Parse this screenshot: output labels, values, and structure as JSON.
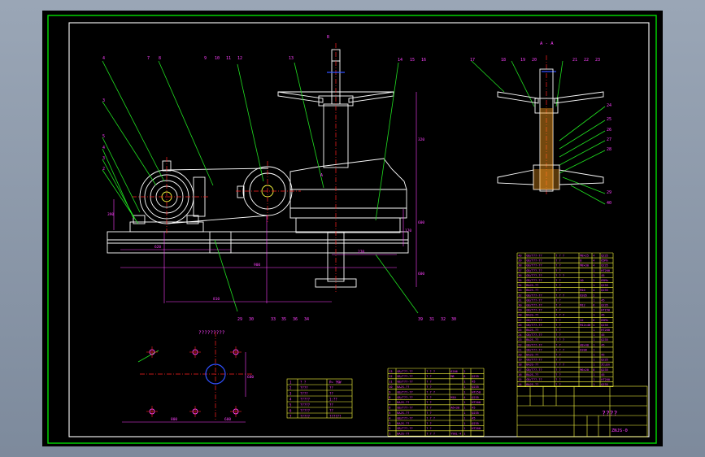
{
  "drawing": {
    "section_label": "A - A",
    "callouts_top_left": [
      "4",
      "7",
      "8",
      "9",
      "10",
      "11",
      "12",
      "13"
    ],
    "callouts_top_mid": [
      "14",
      "15",
      "16"
    ],
    "callouts_section_top": [
      "17",
      "18",
      "19",
      "20",
      "21",
      "22",
      "23"
    ],
    "callouts_left": [
      "5",
      "4",
      "3",
      "2"
    ],
    "callouts_bottom": [
      "29",
      "30",
      "33",
      "35",
      "36",
      "34",
      "39",
      "31",
      "32",
      "30"
    ],
    "callouts_section_right": [
      "24",
      "25",
      "26",
      "27",
      "28",
      "29",
      "40"
    ],
    "plan_title": "?????????",
    "shaft_mark": "B",
    "section_mark": "A"
  },
  "dims": {
    "left_h": "390",
    "base_w": "620",
    "total": "900",
    "mid": "810",
    "small": "270",
    "right_h": "600",
    "col_h": "320",
    "v2": "170",
    "v3": "600",
    "plan_w1": "800",
    "plan_w2": "600",
    "plan_h": "600"
  },
  "spec_table": {
    "rows": [
      [
        "1",
        "? ?",
        "P= ?KW"
      ],
      [
        "2",
        "????",
        "??"
      ],
      [
        "3",
        "????",
        "??"
      ],
      [
        "4",
        "?????",
        "1:??"
      ],
      [
        "5",
        "?????",
        "??"
      ],
      [
        "6",
        "?????",
        "??"
      ],
      [
        "7",
        "?????",
        "??????"
      ]
    ]
  },
  "bom_right": {
    "rows": [
      [
        "40",
        "GB/T??-??",
        "? ? ?",
        "M8×25",
        "4",
        "Q235"
      ],
      [
        "39",
        "GB/T??-??",
        "? ?",
        "8",
        "4",
        "65Mn"
      ],
      [
        "38",
        "GB/T??-??",
        "? ?",
        "M8×30",
        "4",
        "Q235"
      ],
      [
        "37",
        "GB/T??-??",
        "? ?",
        "",
        "1",
        "HT200"
      ],
      [
        "36",
        "GB/T??-??",
        "? ? ?",
        "",
        "1",
        "45"
      ],
      [
        "35",
        "GB/T??-??",
        "? ?",
        "10",
        "2",
        "65Mn"
      ],
      [
        "34",
        "BAJS-??",
        "? ?",
        "",
        "1",
        "Q235"
      ],
      [
        "33",
        "BAJS-??",
        "? ?",
        "M10",
        "4",
        "Q235"
      ],
      [
        "32",
        "GB/T??-??",
        "? ? ?",
        "6205",
        "2",
        ""
      ],
      [
        "31",
        "GB/T??-??",
        "? ?",
        "",
        "1",
        "45"
      ],
      [
        "30",
        "GB/T??-??",
        "? ?",
        "M12",
        "6",
        "Q235"
      ],
      [
        "29",
        "GB/T??-??",
        "? ?",
        "",
        "1",
        "HT150"
      ],
      [
        "28",
        "BAJS-??",
        "? ? ?",
        "",
        "1",
        "45"
      ],
      [
        "27",
        "GB/T??-??",
        "? ?",
        "12",
        "6",
        "65Mn"
      ],
      [
        "26",
        "GB/T??-??",
        "? ?",
        "M12×40",
        "4",
        "Q235"
      ],
      [
        "25",
        "BAJS-??",
        "? ?",
        "",
        "1",
        "HT200"
      ],
      [
        "24",
        "GB/T??-??",
        "? ?",
        "",
        "1",
        "45"
      ],
      [
        "23",
        "BAJS-??",
        "? ? ?",
        "",
        "1",
        "Q235"
      ],
      [
        "22",
        "GB/T??-??",
        "? ?",
        "A8×40",
        "1",
        "45"
      ],
      [
        "21",
        "GB/T??-??",
        "? ? ?",
        "6208",
        "1",
        ""
      ],
      [
        "20",
        "BAJS-??",
        "? ?",
        "",
        "1",
        "45"
      ],
      [
        "19",
        "GB/T??-??",
        "? ?",
        "",
        "1",
        "Q235"
      ],
      [
        "18",
        "BAJS-??",
        "? ? ?",
        "",
        "1",
        "ZCuSn"
      ],
      [
        "17",
        "GB/T??-??",
        "? ?",
        "M6×20",
        "8",
        "Q235"
      ],
      [
        "16",
        "BAJS-??",
        "? ?",
        "",
        "1",
        "45"
      ],
      [
        "15",
        "GB/T??-??",
        "? ?",
        "",
        "1",
        "HT200"
      ],
      [
        "14",
        "BAJS-??",
        "? ?",
        "",
        "1",
        "Q235"
      ]
    ]
  },
  "bom_left": {
    "rows": [
      [
        "13",
        "GB/T??-??",
        "? ? ?",
        "6206",
        "2",
        ""
      ],
      [
        "12",
        "GB/T??-??",
        "? ?",
        "M8",
        "8",
        "Q235"
      ],
      [
        "11",
        "GB/T??-??",
        "? ?",
        "",
        "1",
        "45"
      ],
      [
        "10",
        "BAJS-??",
        "? ?",
        "",
        "1",
        "Q235"
      ],
      [
        "9",
        "GB/T??-??",
        "? ? ?",
        "",
        "1",
        "HT150"
      ],
      [
        "8",
        "GB/T??-??",
        "? ?",
        "M10",
        "4",
        "Q235"
      ],
      [
        "7",
        "BAJS-??",
        "? ?",
        "",
        "1",
        "HT200"
      ],
      [
        "6",
        "GB/T??-??",
        "? ?",
        "A6×30",
        "1",
        "45"
      ],
      [
        "5",
        "BAJS-??",
        "? ?",
        "",
        "1",
        "Q235"
      ],
      [
        "4",
        "GB/T??-??",
        "? ? ?",
        "",
        "1",
        "45"
      ],
      [
        "3",
        "BAJS-??",
        "? ?",
        "",
        "1",
        "Q235"
      ],
      [
        "2",
        "GB/T??-??",
        "? ?",
        "",
        "1",
        "HT200"
      ],
      [
        "1",
        "BAJS-??",
        "? ? ?",
        "Y90L-4",
        "1",
        ""
      ]
    ]
  },
  "title_block": {
    "name": "????",
    "code": "ZNJS-0",
    "scale_cells": [
      "?",
      "?",
      "?"
    ],
    "sheet_cells": [
      "1",
      "2",
      "2"
    ]
  },
  "colors": {
    "border": "#00e000",
    "frame": "#ffffff",
    "part": "#ffffff",
    "center_line": "#ff2020",
    "leader": "#20e020",
    "dimension": "#ff40ff",
    "table_line": "#ffff40",
    "table_text": "#ff40ff",
    "axis_blue": "#3050ff"
  }
}
